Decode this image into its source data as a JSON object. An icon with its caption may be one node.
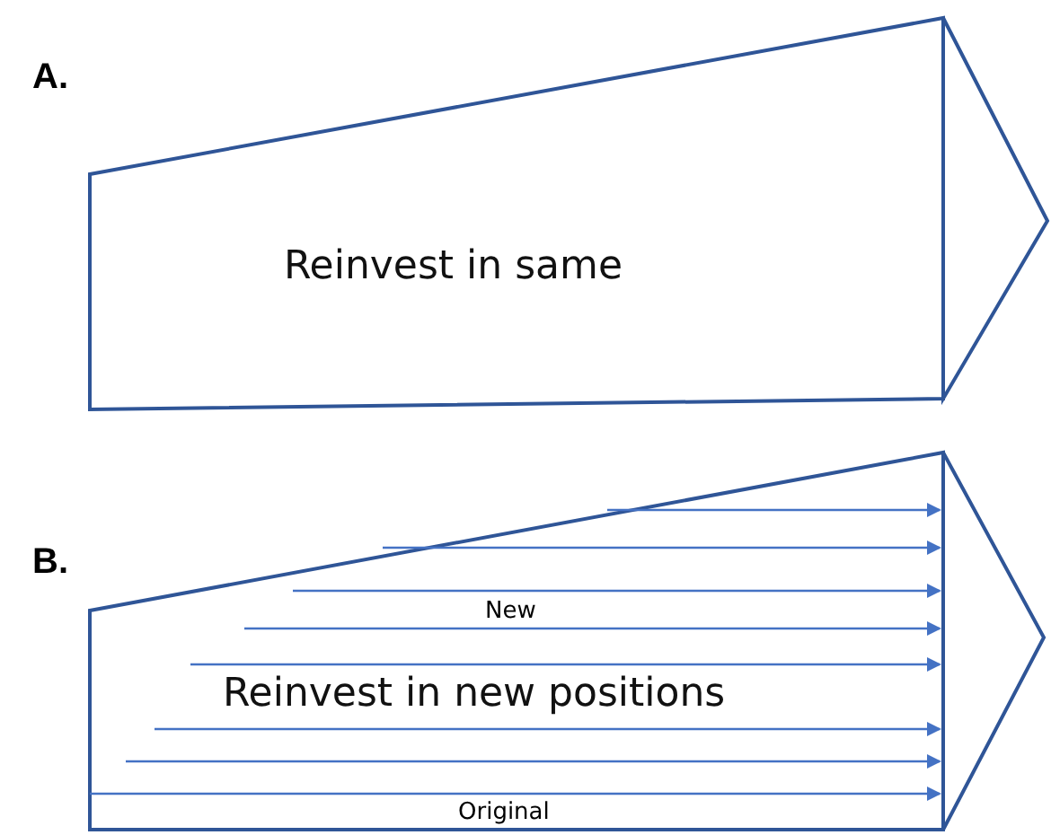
{
  "diagram": {
    "nodes": [
      {
        "text": [
          "Reinvest in same"
        ]
      },
      {
        "text": [
          "Reinvest in new positions"
        ]
      }
    ],
    "labels": [
      "A.",
      "B.",
      "New",
      "Original"
    ]
  }
}
